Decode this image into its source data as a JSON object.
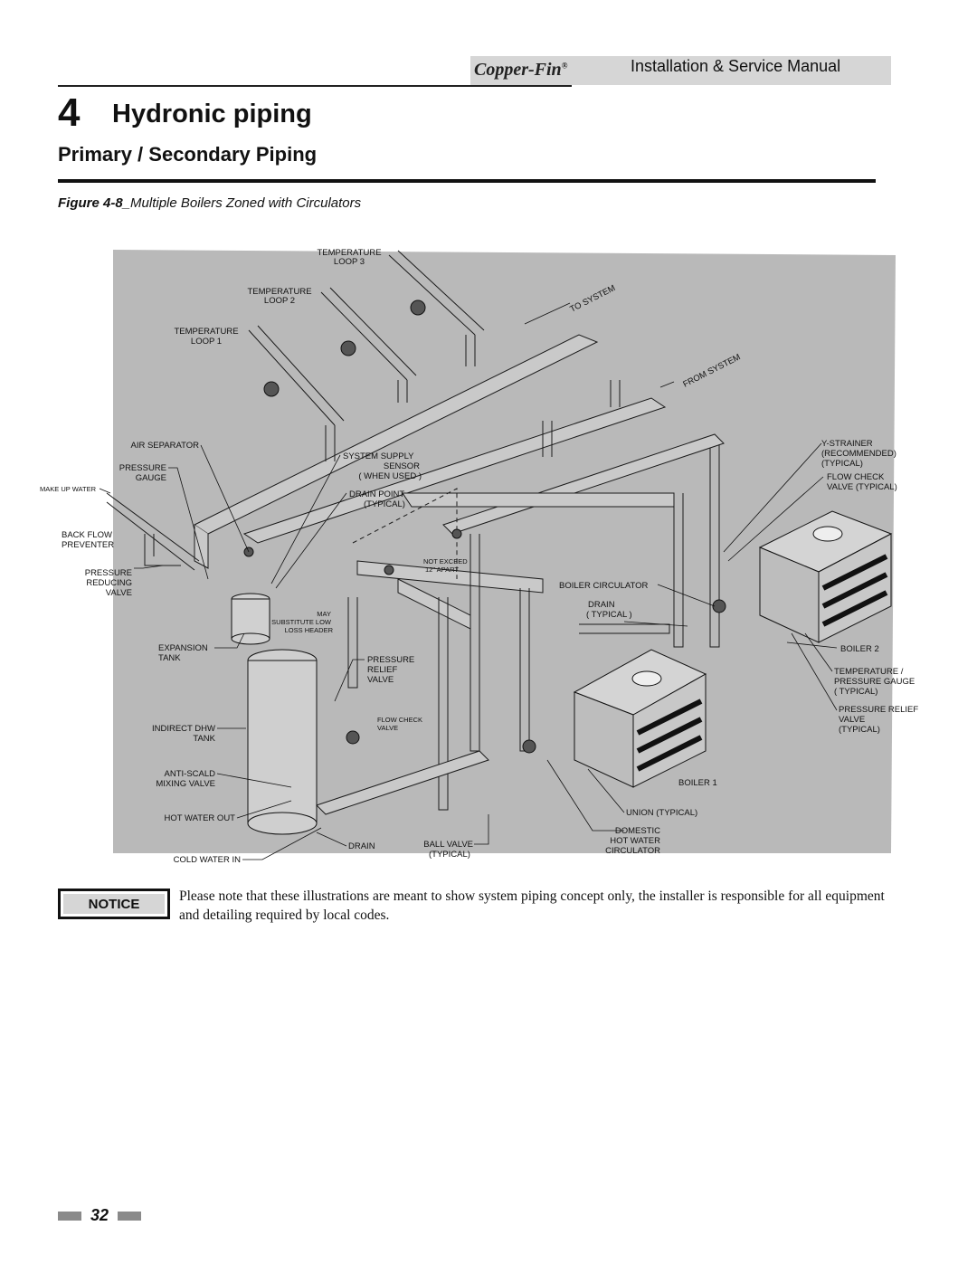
{
  "header": {
    "brand": "Copper-Fin",
    "brand_mark": "®",
    "manual_title": "Installation & Service Manual"
  },
  "section": {
    "number": "4",
    "title": "Hydronic piping",
    "subtitle": "Primary / Secondary Piping"
  },
  "figure": {
    "number": "Figure 4-8",
    "title": "Multiple Boilers Zoned with Circulators"
  },
  "diagram_labels": {
    "temp_loop3": [
      "TEMPERATURE",
      "LOOP 3"
    ],
    "temp_loop2": [
      "TEMPERATURE",
      "LOOP 2"
    ],
    "temp_loop1": [
      "TEMPERATURE",
      "LOOP 1"
    ],
    "to_system": "TO SYSTEM",
    "from_system": "FROM SYSTEM",
    "air_separator": "AIR SEPARATOR",
    "pressure_gauge": [
      "PRESSURE",
      "GAUGE"
    ],
    "make_up_water": "MAKE UP WATER",
    "back_flow_preventer": [
      "BACK FLOW",
      "PREVENTER"
    ],
    "pressure_reducing_valve": [
      "PRESSURE",
      "REDUCING",
      "VALVE"
    ],
    "system_supply_sensor": [
      "SYSTEM SUPPLY",
      "SENSOR",
      "( WHEN USED )"
    ],
    "drain_point": [
      "DRAIN POINT",
      "(TYPICAL)"
    ],
    "not_exceed": [
      "NOT EXCEED",
      "12\" APART"
    ],
    "may_substitute": [
      "MAY",
      "SUBSTITUTE LOW",
      "LOSS HEADER"
    ],
    "expansion_tank": [
      "EXPANSION",
      "TANK"
    ],
    "pressure_relief_valve": [
      "PRESSURE",
      "RELIEF",
      "VALVE"
    ],
    "flow_check_valve": [
      "FLOW CHECK",
      "VALVE"
    ],
    "indirect_dhw_tank": [
      "INDIRECT DHW",
      "TANK"
    ],
    "anti_scald": [
      "ANTI-SCALD",
      "MIXING VALVE"
    ],
    "hot_water_out": "HOT WATER OUT",
    "cold_water_in": "COLD WATER IN",
    "drain": "DRAIN",
    "ball_valve": [
      "BALL VALVE",
      "(TYPICAL)"
    ],
    "domestic_circulator": [
      "DOMESTIC",
      "HOT WATER",
      "CIRCULATOR"
    ],
    "union": "UNION (TYPICAL)",
    "boiler1": "BOILER 1",
    "boiler2": "BOILER 2",
    "boiler_circulator": "BOILER CIRCULATOR",
    "drain_typical": [
      "DRAIN",
      "( TYPICAL )"
    ],
    "y_strainer": [
      "Y-STRAINER",
      "(RECOMMENDED)",
      "(TYPICAL)"
    ],
    "flow_check_typical": [
      "FLOW CHECK",
      "VALVE (TYPICAL)"
    ],
    "temp_pressure_gauge": [
      "TEMPERATURE /",
      "PRESSURE GAUGE",
      "( TYPICAL)"
    ],
    "pressure_relief_typical": [
      "PRESSURE RELIEF",
      "VALVE",
      "(TYPICAL)"
    ]
  },
  "notice": {
    "label": "NOTICE",
    "text": "Please note that these illustrations are meant to show system piping concept only, the installer is responsible for all equipment and detailing required by local codes."
  },
  "page_number": "32"
}
